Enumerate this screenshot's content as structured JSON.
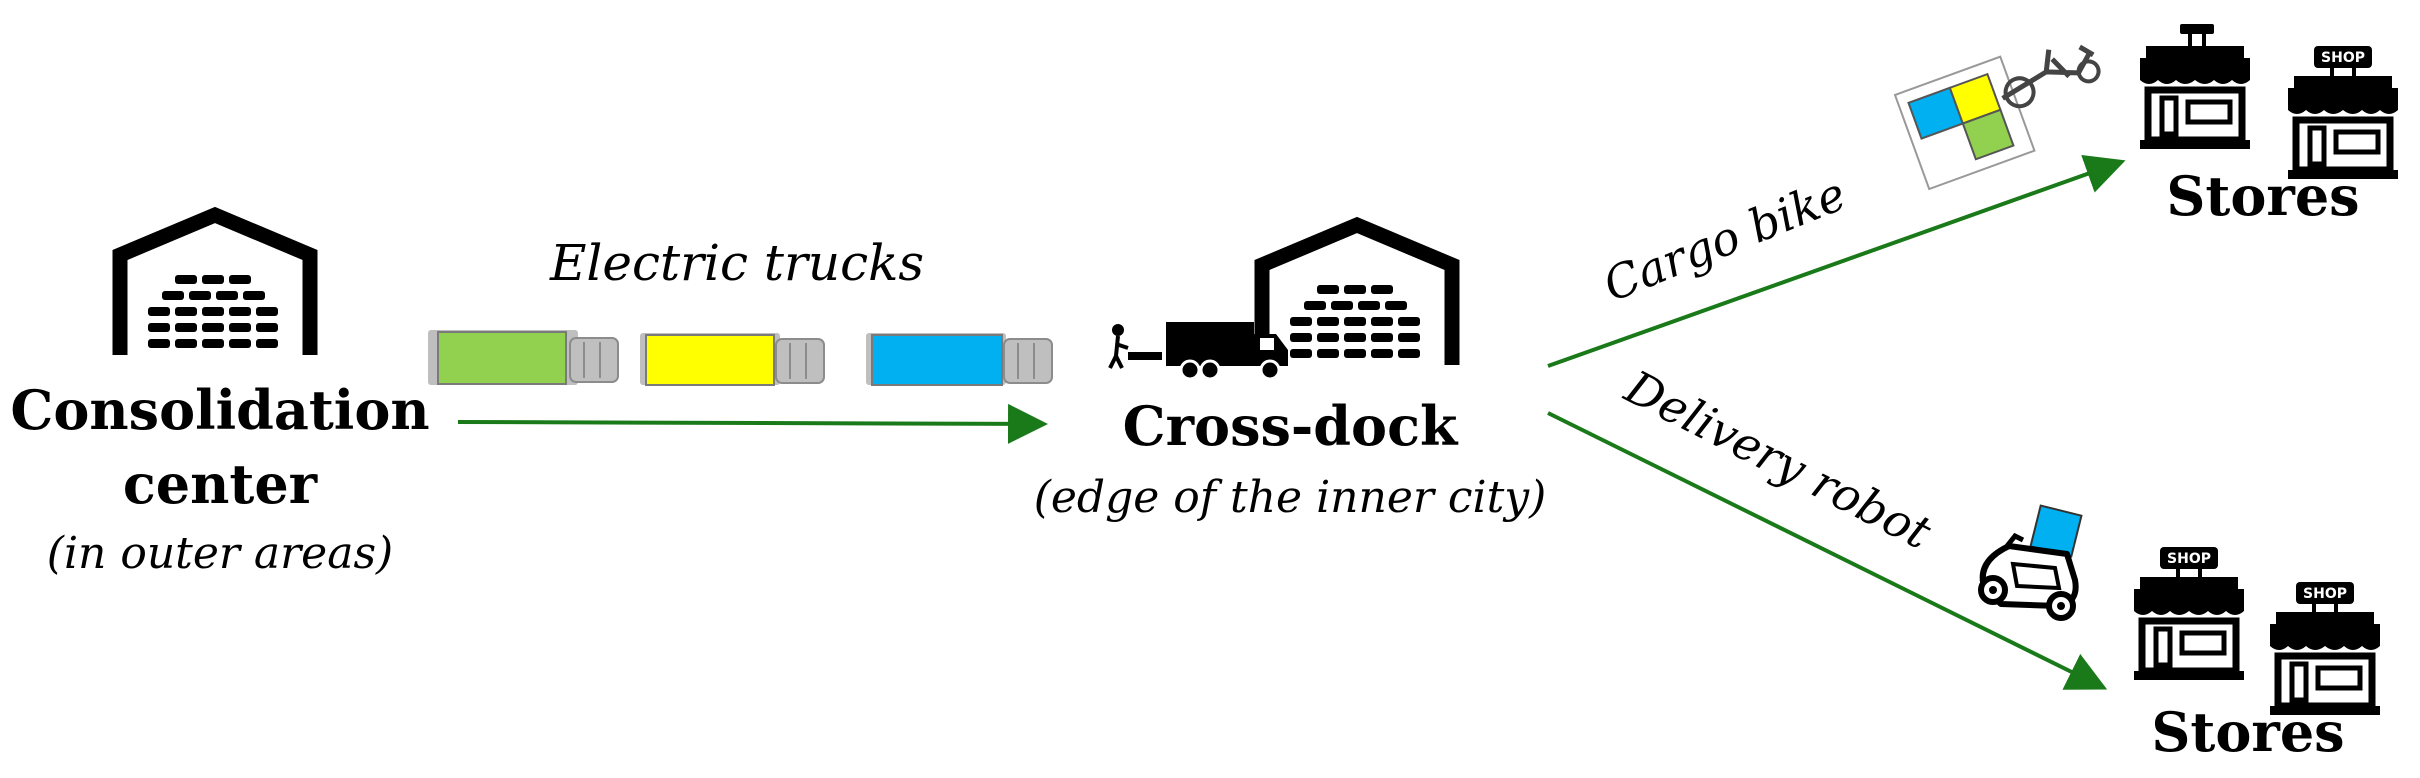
{
  "nodes": {
    "consolidation": {
      "title_line1": "Consolidation",
      "title_line2": "center",
      "subtitle": "(in outer areas)"
    },
    "crossdock": {
      "title": "Cross-dock",
      "subtitle": "(edge of the inner city)"
    },
    "stores_top": {
      "title": "Stores",
      "shop_sign": "SHOP"
    },
    "stores_bottom": {
      "title": "Stores",
      "shop_sign": "SHOP"
    }
  },
  "edges": {
    "trucks": {
      "label": "Electric trucks"
    },
    "bike": {
      "label": "Cargo bike"
    },
    "robot": {
      "label": "Delivery robot"
    }
  },
  "colors": {
    "arrow": "#1a7a1a",
    "green": "#92d050",
    "yellow": "#ffff00",
    "blue": "#00b0f0",
    "gray": "#bfbfbf",
    "ink": "#000000"
  },
  "icons": [
    "warehouse-icon",
    "truck-icon",
    "cargo-bike-icon",
    "delivery-robot-icon",
    "shop-icon"
  ]
}
